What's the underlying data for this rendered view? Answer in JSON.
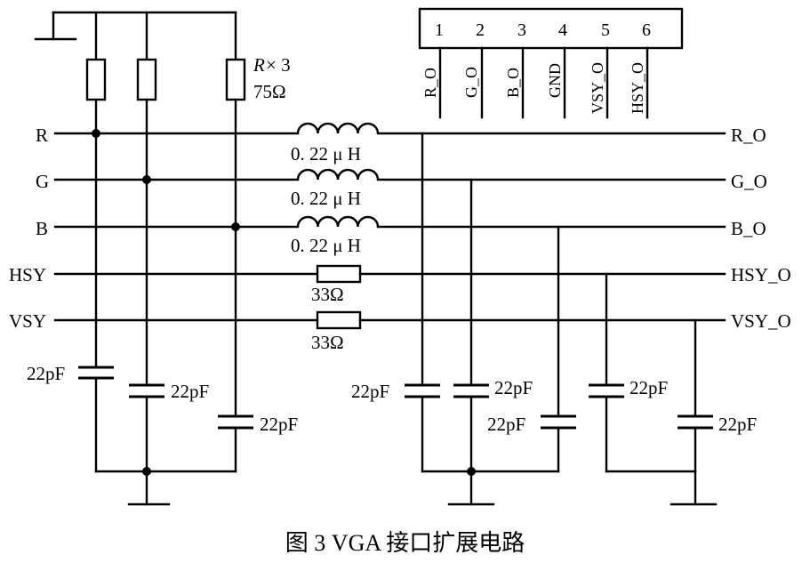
{
  "inputs": [
    "R",
    "G",
    "B",
    "HSY",
    "VSY"
  ],
  "outputs": [
    "R_O",
    "G_O",
    "B_O",
    "HSY_O",
    "VSY_O"
  ],
  "resistor_note": {
    "r_italic": "R",
    "rest": " × 3",
    "value": "75Ω"
  },
  "inductor_labels": [
    "0. 22 μ H",
    "0. 22 μ H",
    "0. 22 μ H"
  ],
  "series_resistor_labels": [
    "33Ω",
    "33Ω"
  ],
  "capacitor_labels": [
    "22pF",
    "22pF",
    "22pF",
    "22pF",
    "22pF",
    "22pF",
    "22pF",
    "22pF"
  ],
  "connector": {
    "pins": [
      "1",
      "2",
      "3",
      "4",
      "5",
      "6"
    ],
    "signals": [
      "R_O",
      "G_O",
      "B_O",
      "GND",
      "VSY_O",
      "HSY_O"
    ]
  },
  "caption": "图 3  VGA 接口扩展电路"
}
